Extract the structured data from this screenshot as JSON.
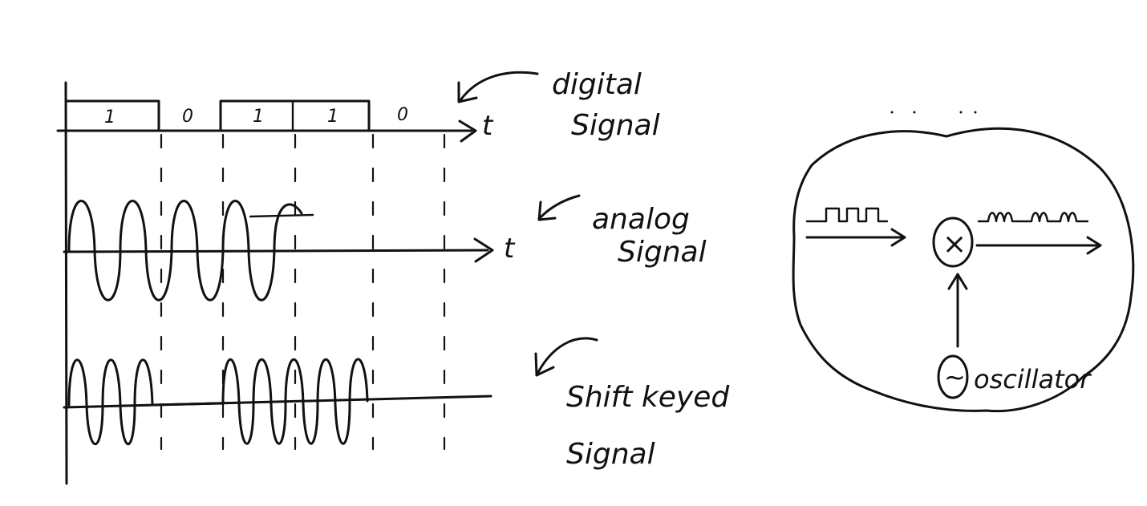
{
  "bits": [
    "1",
    "0",
    "1",
    "1",
    "0"
  ],
  "axis_symbol": "t",
  "labels": {
    "digital_line1": "digital",
    "digital_line2": "Signal",
    "analog_line1": "analog",
    "analog_line2": "Signal",
    "shift_line1": "Shift keyed",
    "shift_line2": "Signal"
  },
  "block_diagram": {
    "multiplier_symbol": "×",
    "oscillator_symbol": "~",
    "oscillator_label": "oscillator"
  }
}
